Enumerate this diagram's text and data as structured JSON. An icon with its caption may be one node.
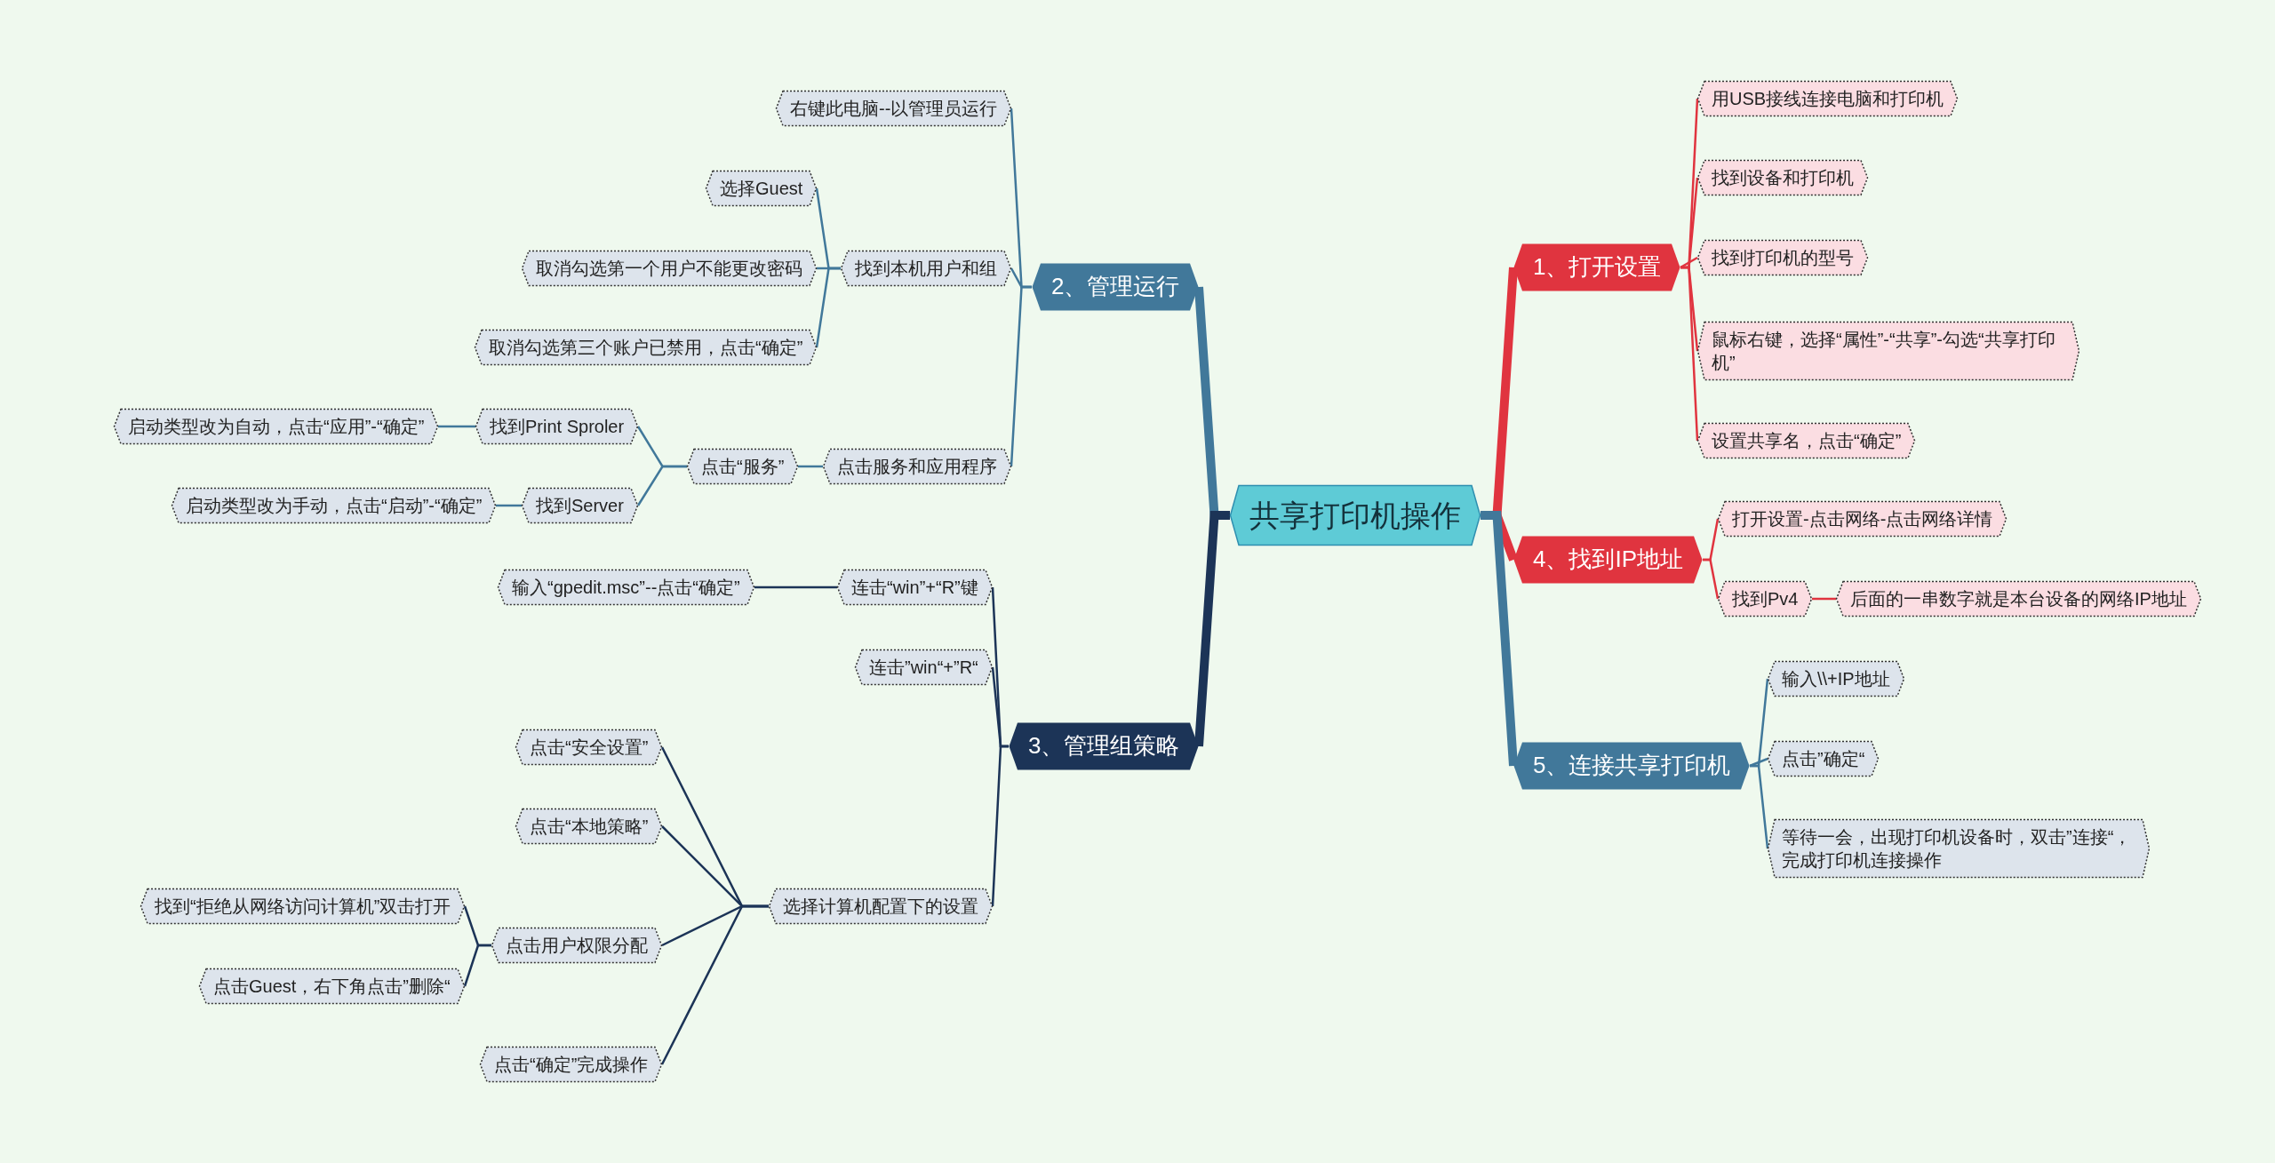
{
  "diagram": {
    "nodes": [
      {
        "text": [
          "共享打印机操作"
        ]
      },
      {
        "text": [
          "1、打开设置"
        ]
      },
      {
        "text": [
          "用USB接线连接电脑和打印机"
        ]
      },
      {
        "text": [
          "找到设备和打印机"
        ]
      },
      {
        "text": [
          "找到打印机的型号"
        ]
      },
      {
        "text": [
          "鼠标右键，选择“属性”-“共享”-勾选“共享打印机”"
        ]
      },
      {
        "text": [
          "设置共享名，点击“确定”"
        ]
      },
      {
        "text": [
          "2、管理运行"
        ]
      },
      {
        "text": [
          "右键此电脑--以管理员运行"
        ]
      },
      {
        "text": [
          "找到本机用户和组"
        ]
      },
      {
        "text": [
          "选择Guest"
        ]
      },
      {
        "text": [
          "取消勾选第一个用户不能更改密码"
        ]
      },
      {
        "text": [
          "取消勾选第三个账户已禁用，点击“确定”"
        ]
      },
      {
        "text": [
          "点击服务和应用程序"
        ]
      },
      {
        "text": [
          "点击“服务”"
        ]
      },
      {
        "text": [
          "找到Print Sproler"
        ]
      },
      {
        "text": [
          "启动类型改为自动，点击“应用”-“确定”"
        ]
      },
      {
        "text": [
          "找到Server"
        ]
      },
      {
        "text": [
          "启动类型改为手动，点击“启动”-“确定”"
        ]
      },
      {
        "text": [
          "3、管理组策略"
        ]
      },
      {
        "text": [
          "连击“win”+“R”键"
        ]
      },
      {
        "text": [
          "输入“gpedit.msc”--点击“确定”"
        ]
      },
      {
        "text": [
          "连击”win“+”R“"
        ]
      },
      {
        "text": [
          "选择计算机配置下的设置"
        ]
      },
      {
        "text": [
          "点击“安全设置”"
        ]
      },
      {
        "text": [
          "点击“本地策略”"
        ]
      },
      {
        "text": [
          "点击用户权限分配"
        ]
      },
      {
        "text": [
          "找到“拒绝从网络访问计算机”双击打开"
        ]
      },
      {
        "text": [
          "点击Guest，右下角点击”删除“"
        ]
      },
      {
        "text": [
          "点击“确定”完成操作"
        ]
      },
      {
        "text": [
          "4、找到IP地址"
        ]
      },
      {
        "text": [
          "打开设置-点击网络-点击网络详情"
        ]
      },
      {
        "text": [
          "找到Pv4"
        ]
      },
      {
        "text": [
          "后面的一串数字就是本台设备的网络IP地址"
        ]
      },
      {
        "text": [
          "5、连接共享打印机"
        ]
      },
      {
        "text": [
          "输入\\\\+IP地址"
        ]
      },
      {
        "text": [
          "点击”确定“"
        ]
      },
      {
        "text": [
          "等待一会，出现打印机设备时，双击”连接“，完成打印机连接操作"
        ]
      }
    ],
    "edges": [
      {
        "from": 0,
        "to": 1,
        "arrow": "none",
        "style": "thick",
        "color": "#e0343f"
      },
      {
        "from": 1,
        "to": 2,
        "arrow": "none",
        "color": "#e0343f"
      },
      {
        "from": 1,
        "to": 3,
        "arrow": "none",
        "color": "#e0343f"
      },
      {
        "from": 1,
        "to": 4,
        "arrow": "none",
        "color": "#e0343f"
      },
      {
        "from": 1,
        "to": 5,
        "arrow": "none",
        "color": "#e0343f"
      },
      {
        "from": 1,
        "to": 6,
        "arrow": "none",
        "color": "#e0343f"
      },
      {
        "from": 0,
        "to": 7,
        "arrow": "none",
        "style": "thick"
      },
      {
        "from": 7,
        "to": 8,
        "arrow": "none"
      },
      {
        "from": 7,
        "to": 9,
        "arrow": "none"
      },
      {
        "from": 9,
        "to": 10,
        "arrow": "none"
      },
      {
        "from": 9,
        "to": 11,
        "arrow": "none"
      },
      {
        "from": 9,
        "to": 12,
        "arrow": "none"
      },
      {
        "from": 7,
        "to": 13,
        "arrow": "none"
      },
      {
        "from": 13,
        "to": 14,
        "arrow": "none"
      },
      {
        "from": 14,
        "to": 15,
        "arrow": "none"
      },
      {
        "from": 15,
        "to": 16,
        "arrow": "none"
      },
      {
        "from": 14,
        "to": 17,
        "arrow": "none"
      },
      {
        "from": 17,
        "to": 18,
        "arrow": "none"
      },
      {
        "from": 0,
        "to": 19,
        "arrow": "none",
        "style": "thick",
        "color": "#1c3457"
      },
      {
        "from": 19,
        "to": 20,
        "arrow": "none",
        "color": "#1c3457"
      },
      {
        "from": 20,
        "to": 21,
        "arrow": "none",
        "color": "#1c3457"
      },
      {
        "from": 19,
        "to": 22,
        "arrow": "none",
        "color": "#1c3457"
      },
      {
        "from": 19,
        "to": 23,
        "arrow": "none",
        "color": "#1c3457"
      },
      {
        "from": 23,
        "to": 24,
        "arrow": "none",
        "color": "#1c3457"
      },
      {
        "from": 23,
        "to": 25,
        "arrow": "none",
        "color": "#1c3457"
      },
      {
        "from": 23,
        "to": 26,
        "arrow": "none",
        "color": "#1c3457"
      },
      {
        "from": 26,
        "to": 27,
        "arrow": "none",
        "color": "#1c3457"
      },
      {
        "from": 26,
        "to": 28,
        "arrow": "none",
        "color": "#1c3457"
      },
      {
        "from": 23,
        "to": 29,
        "arrow": "none",
        "color": "#1c3457"
      },
      {
        "from": 0,
        "to": 30,
        "arrow": "none",
        "style": "thick",
        "color": "#e0343f"
      },
      {
        "from": 30,
        "to": 31,
        "arrow": "none",
        "color": "#e0343f"
      },
      {
        "from": 30,
        "to": 32,
        "arrow": "none",
        "color": "#e0343f"
      },
      {
        "from": 32,
        "to": 33,
        "arrow": "none",
        "color": "#e0343f"
      },
      {
        "from": 0,
        "to": 34,
        "arrow": "none",
        "style": "thick"
      },
      {
        "from": 34,
        "to": 35,
        "arrow": "none"
      },
      {
        "from": 34,
        "to": 36,
        "arrow": "none"
      },
      {
        "from": 34,
        "to": 37,
        "arrow": "none"
      }
    ]
  }
}
